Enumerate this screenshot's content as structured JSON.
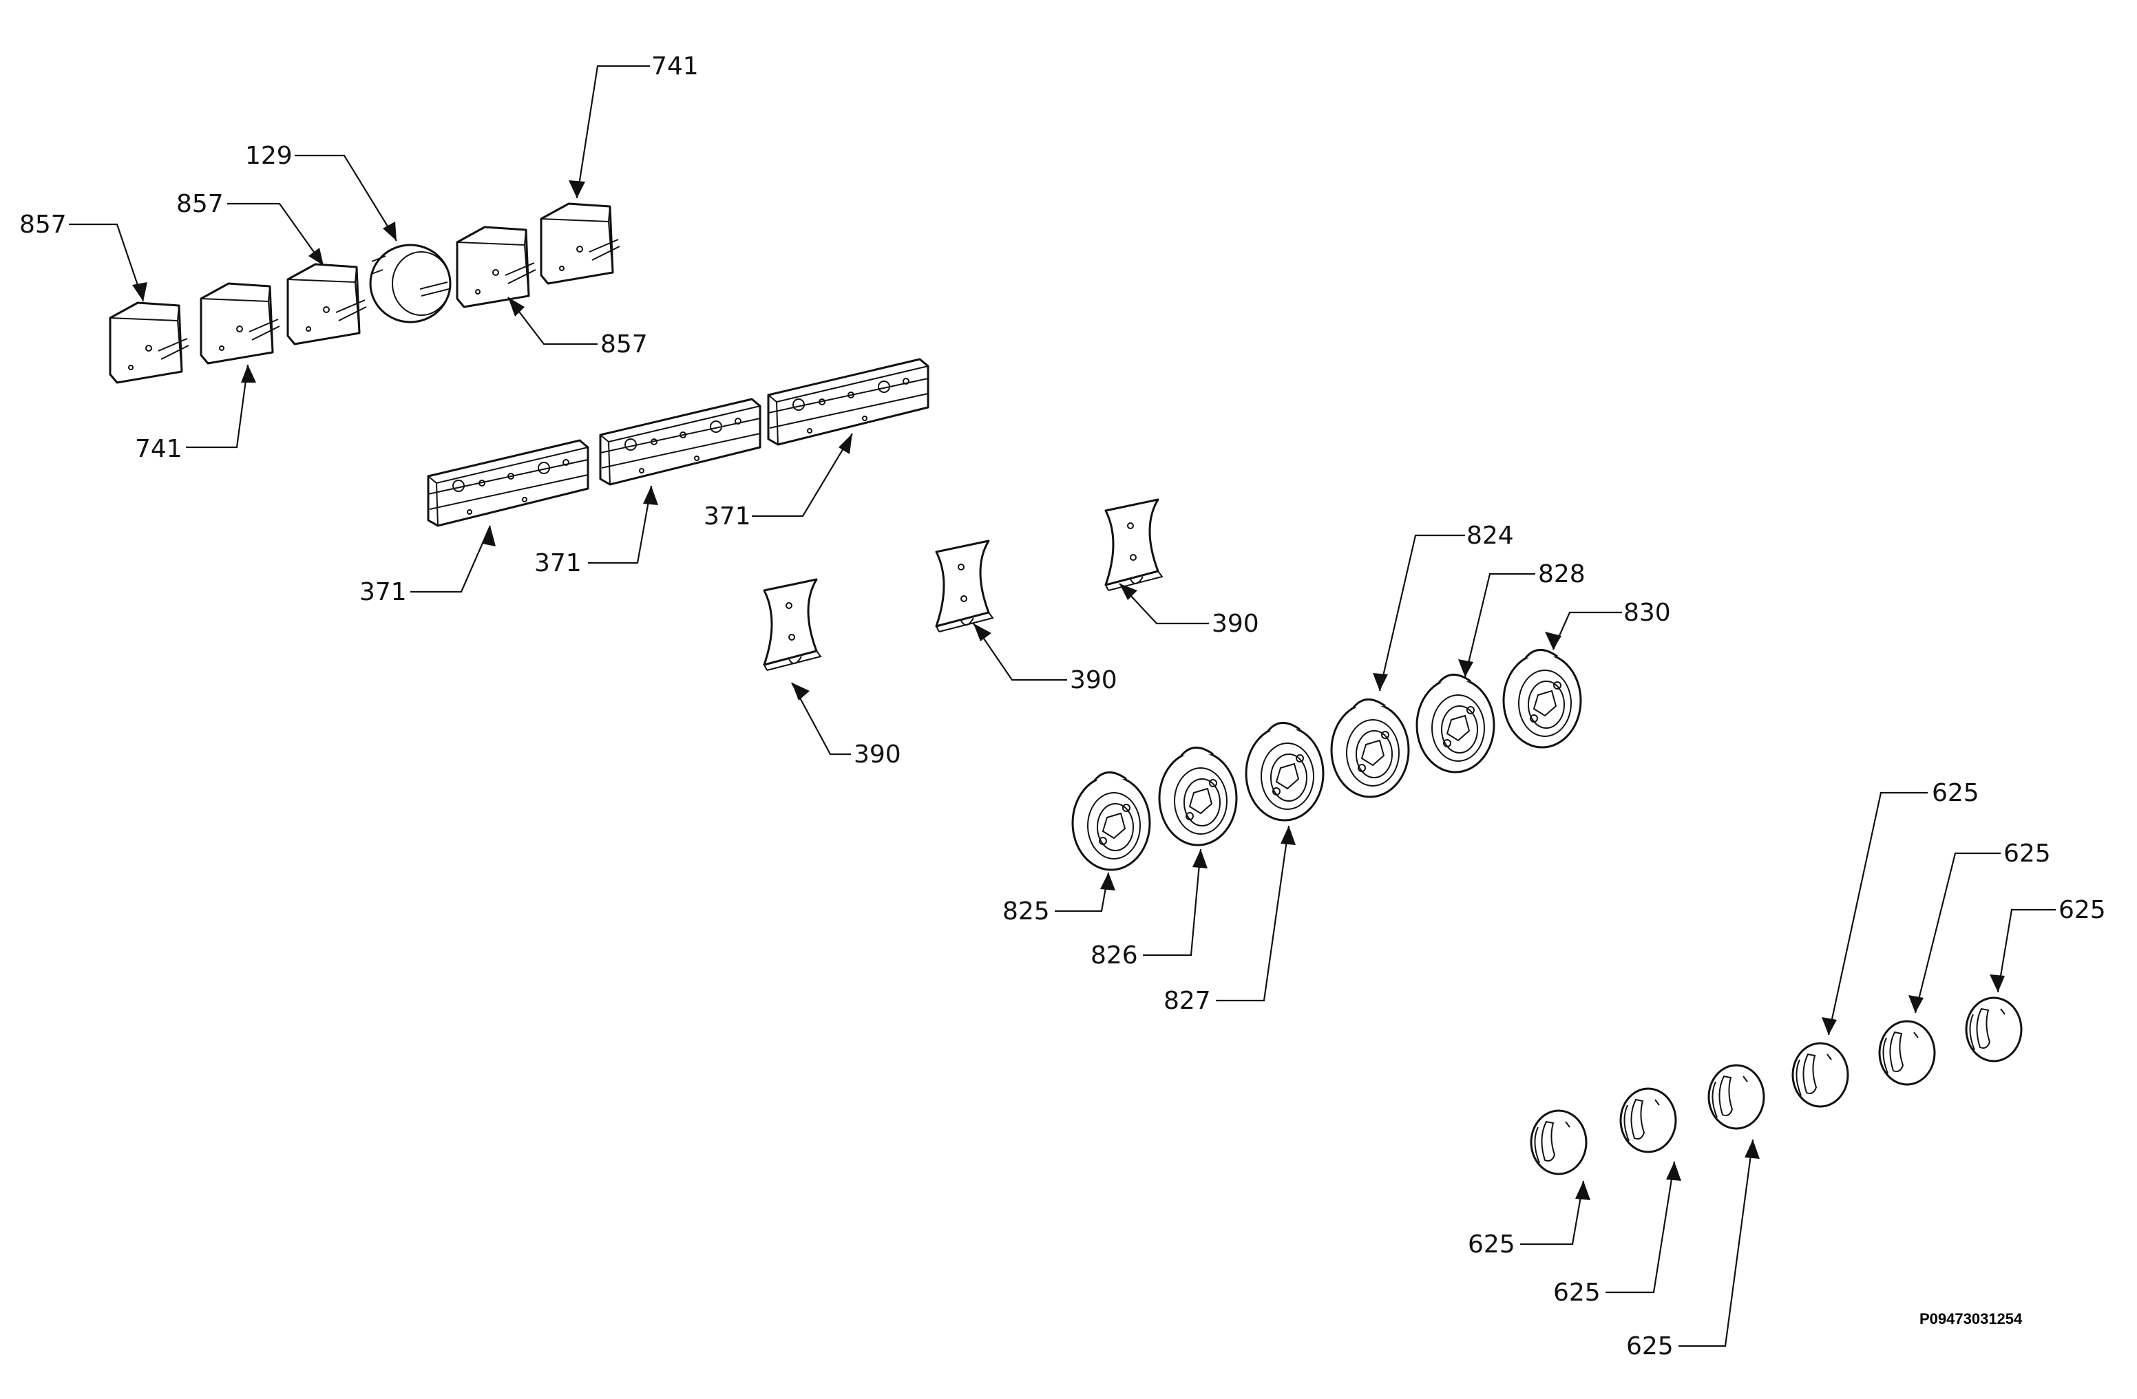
{
  "diagram": {
    "document_code": "P09473031254",
    "callouts": [
      {
        "id": "c741a",
        "text": "741"
      },
      {
        "id": "c129",
        "text": "129"
      },
      {
        "id": "c857a",
        "text": "857"
      },
      {
        "id": "c857b",
        "text": "857"
      },
      {
        "id": "c857c",
        "text": "857"
      },
      {
        "id": "c741b",
        "text": "741"
      },
      {
        "id": "c371a",
        "text": "371"
      },
      {
        "id": "c371b",
        "text": "371"
      },
      {
        "id": "c371c",
        "text": "371"
      },
      {
        "id": "c390a",
        "text": "390"
      },
      {
        "id": "c390b",
        "text": "390"
      },
      {
        "id": "c390c",
        "text": "390"
      },
      {
        "id": "c824",
        "text": "824"
      },
      {
        "id": "c828",
        "text": "828"
      },
      {
        "id": "c830",
        "text": "830"
      },
      {
        "id": "c825",
        "text": "825"
      },
      {
        "id": "c826",
        "text": "826"
      },
      {
        "id": "c827",
        "text": "827"
      },
      {
        "id": "c625a",
        "text": "625"
      },
      {
        "id": "c625b",
        "text": "625"
      },
      {
        "id": "c625c",
        "text": "625"
      },
      {
        "id": "c625d",
        "text": "625"
      },
      {
        "id": "c625e",
        "text": "625"
      },
      {
        "id": "c625f",
        "text": "625"
      }
    ]
  }
}
